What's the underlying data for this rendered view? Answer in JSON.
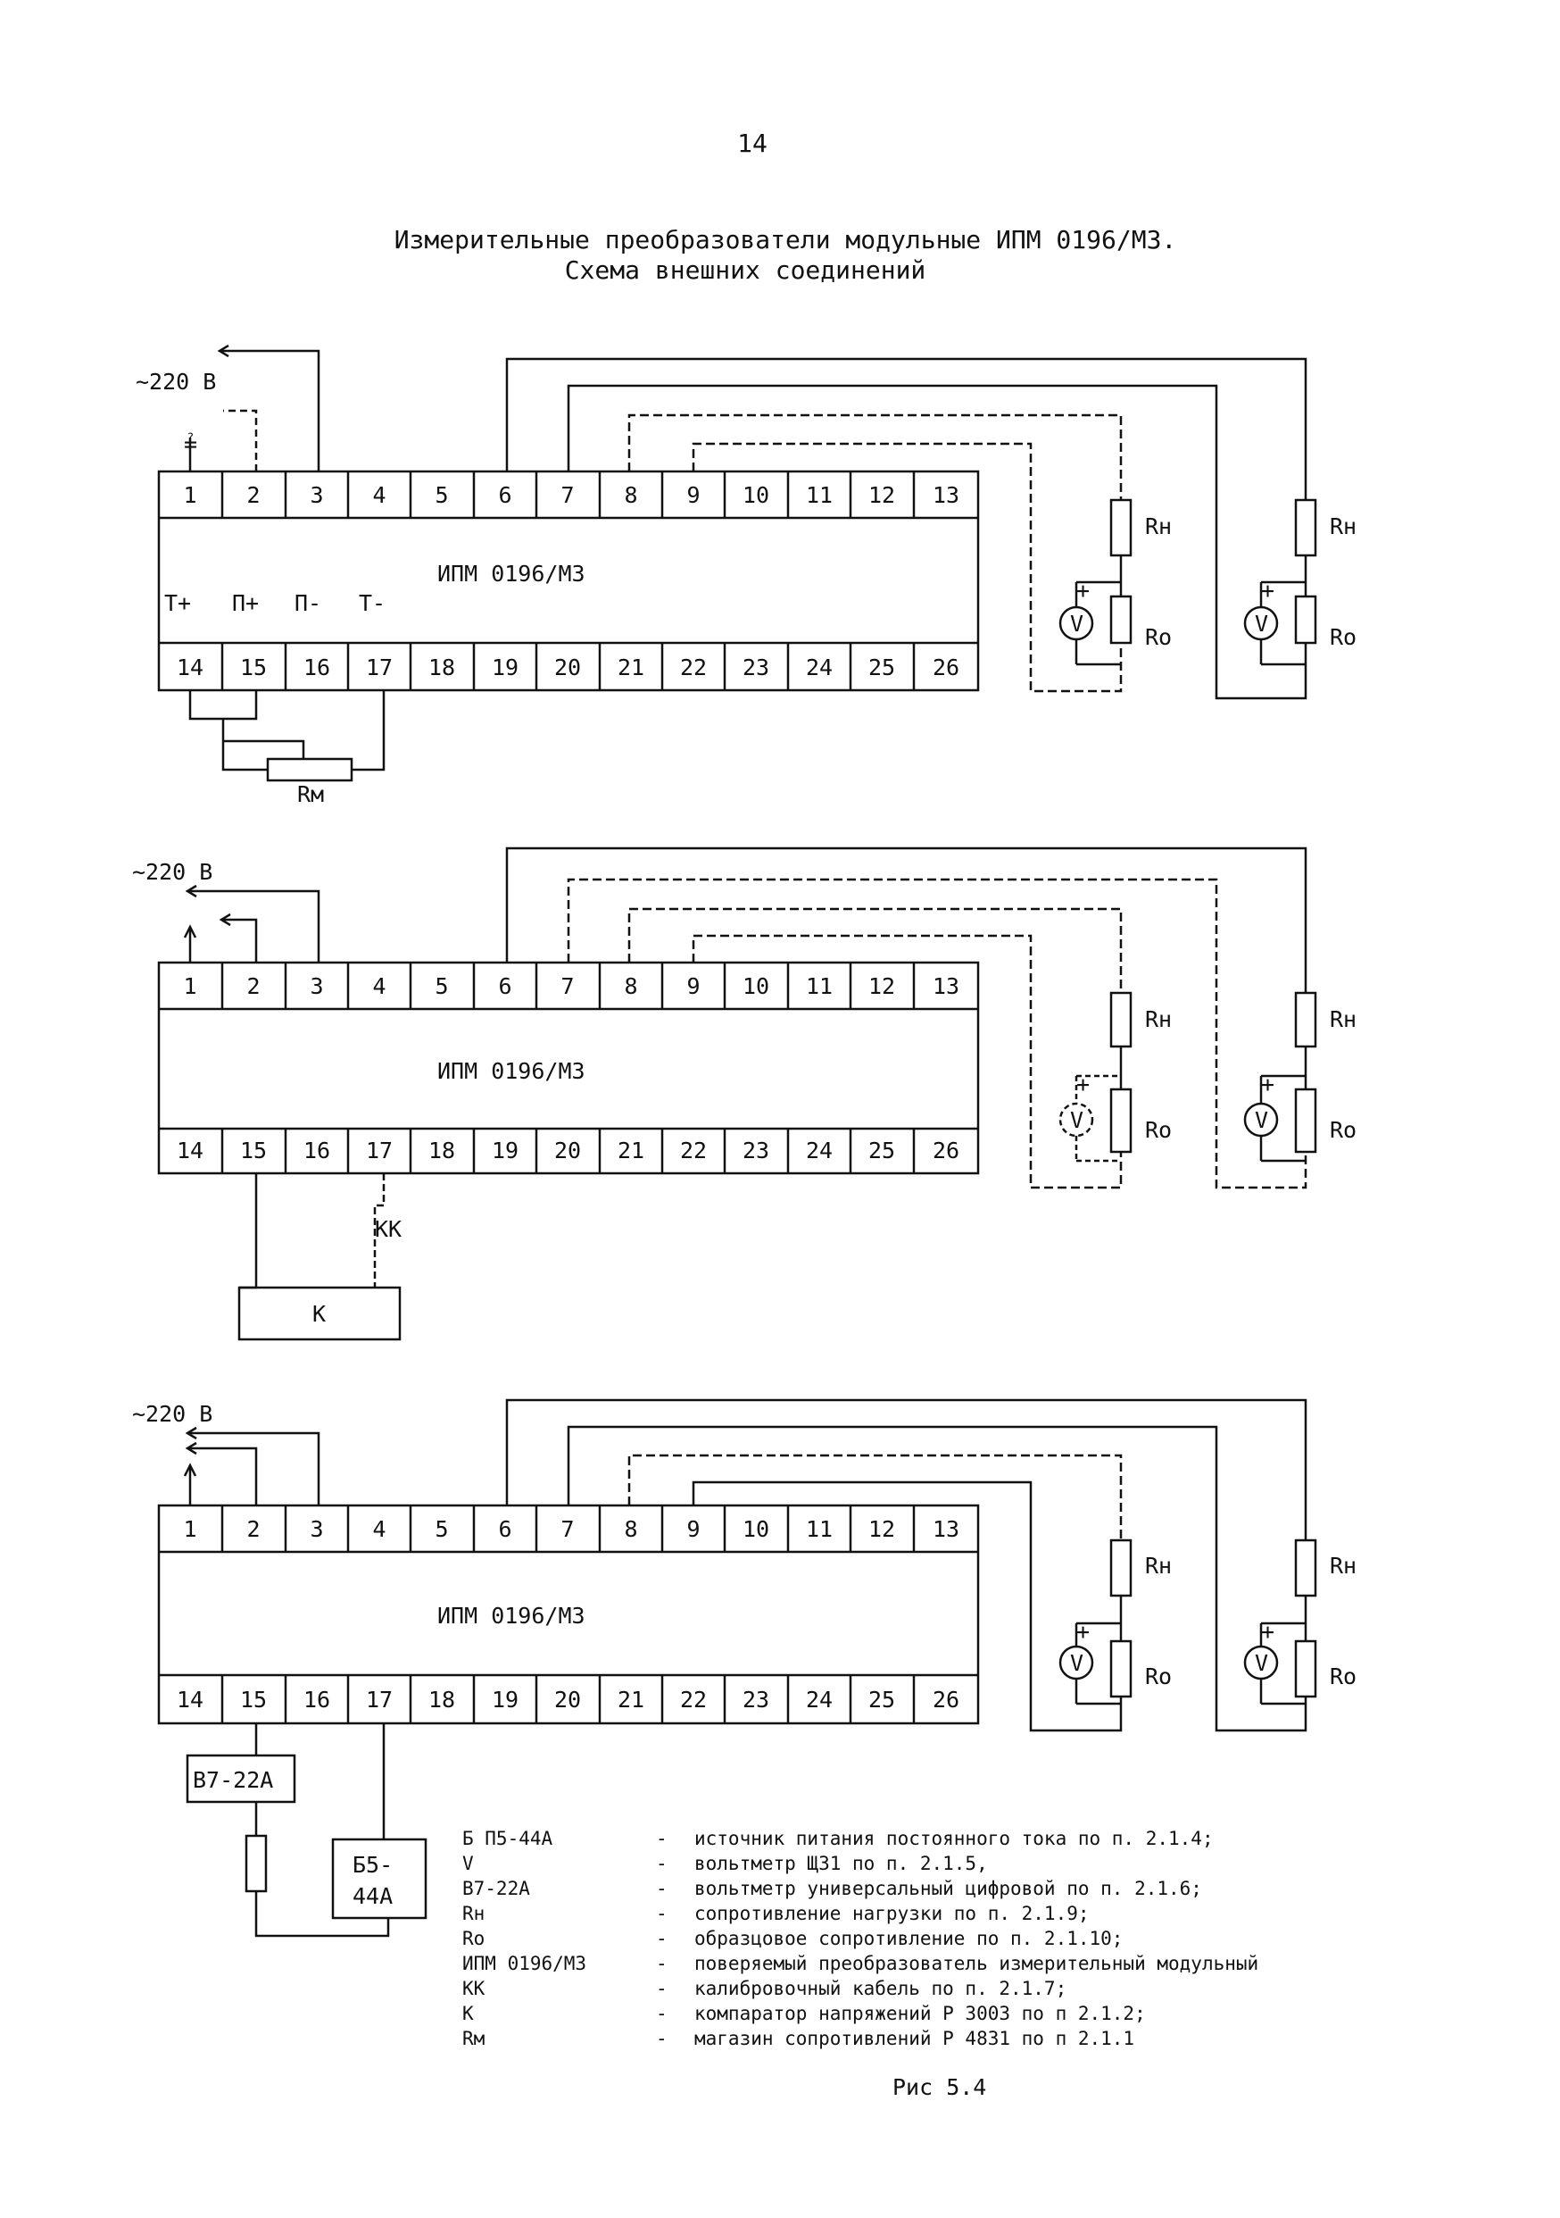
{
  "page_number": "14",
  "title_line1": "Измерительные преобразователи модульные ИПМ 0196/М3.",
  "title_line2": "Схема внешних соединений",
  "terminals_top": [
    "1",
    "2",
    "3",
    "4",
    "5",
    "6",
    "7",
    "8",
    "9",
    "10",
    "11",
    "12",
    "13"
  ],
  "terminals_bottom": [
    "14",
    "15",
    "16",
    "17",
    "18",
    "19",
    "20",
    "21",
    "22",
    "23",
    "24",
    "25",
    "26"
  ],
  "device_label": "ИПМ 0196/М3",
  "supply_label": "~220 В",
  "load_resistor_label": "Rн",
  "ref_resistor_label": "Ro",
  "voltmeter_label": "V",
  "plus_sign": "+",
  "ground_symbol": "≟",
  "diagram1": {
    "pin_labels": [
      "Т+",
      "П+",
      "П-",
      "Т-"
    ],
    "resistor_box_label": "Rм"
  },
  "diagram2": {
    "cable_label": "КК",
    "comparator_label": "К"
  },
  "diagram3": {
    "digital_voltmeter_label": "В7-22А",
    "psu_label_line1": "Б5-",
    "psu_label_line2": "44А"
  },
  "legend": [
    {
      "term": "Б П5-44А",
      "dash": "-",
      "desc": "источник питания постоянного тока по п. 2.1.4;"
    },
    {
      "term": "V",
      "dash": "-",
      "desc": "вольтметр Щ31 по п. 2.1.5,"
    },
    {
      "term": "В7-22А",
      "dash": "-",
      "desc": "вольтметр универсальный цифровой по п. 2.1.6;"
    },
    {
      "term": "Rн",
      "dash": "-",
      "desc": "сопротивление нагрузки по п. 2.1.9;"
    },
    {
      "term": "Ro",
      "dash": "-",
      "desc": "образцовое сопротивление по п. 2.1.10;"
    },
    {
      "term": "ИПМ 0196/М3",
      "dash": "-",
      "desc": "поверяемый преобразователь измерительный  модульный"
    },
    {
      "term": "КК",
      "dash": "-",
      "desc": "калибровочный кабель по п. 2.1.7;"
    },
    {
      "term": "К",
      "dash": "-",
      "desc": "компаратор напряжений Р 3003 по п  2.1.2;"
    },
    {
      "term": "Rм",
      "dash": "-",
      "desc": "магазин сопротивлений Р 4831 по п  2.1.1"
    }
  ],
  "figure_caption": "Рис  5.4",
  "colors": {
    "ink": "#111111",
    "paper": "#ffffff"
  }
}
